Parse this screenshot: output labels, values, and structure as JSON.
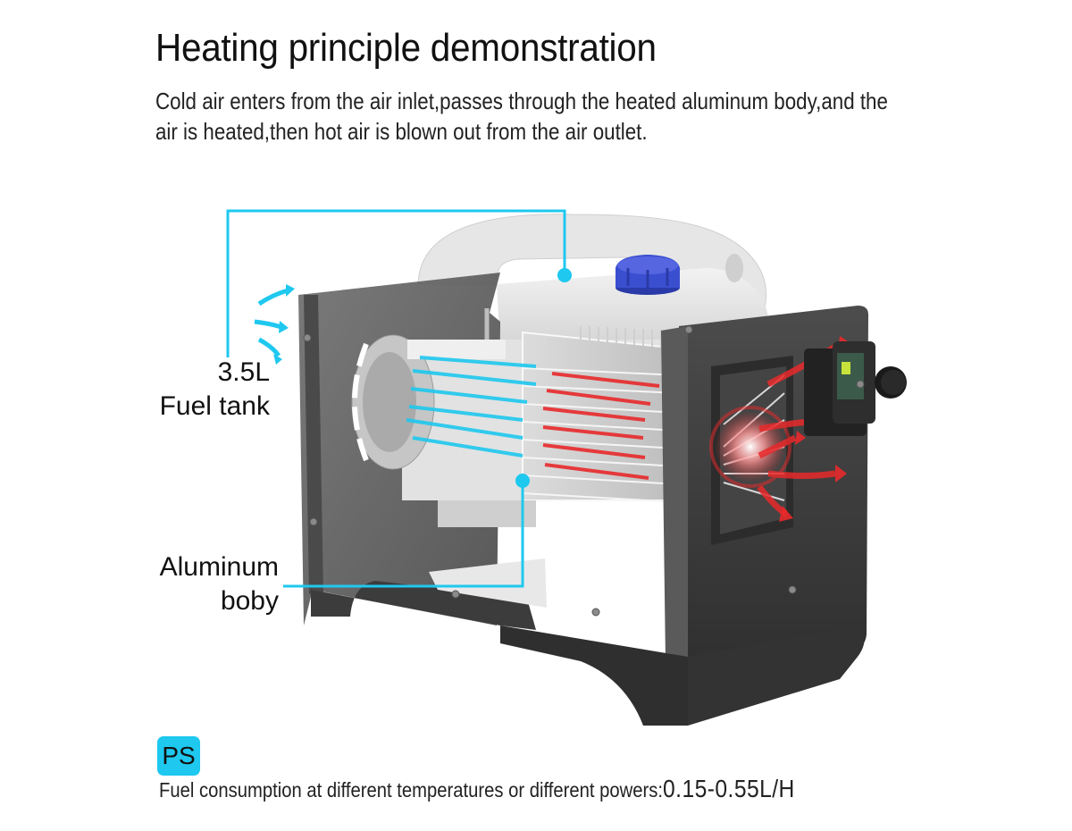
{
  "header": {
    "title": "Heating principle demonstration",
    "description": "Cold air enters from the air inlet,passes through the heated aluminum body,and the air is heated,then hot air is blown out from the air outlet."
  },
  "callouts": [
    {
      "id": "fuel-tank",
      "line1": "3.5L",
      "line2": "Fuel tank"
    },
    {
      "id": "aluminum-body",
      "line1": "Aluminum",
      "line2": "boby"
    }
  ],
  "note": {
    "badge": "PS",
    "text": "Fuel consumption at different temperatures or different powers:",
    "value": "0.15-0.55L/H"
  },
  "colors": {
    "accent_cyan": "#1ec8ef",
    "heat_red": "#e8292b",
    "cap_blue": "#3a4fd0",
    "housing_dark": "#3a3a3a",
    "housing_mid": "#6b6b6b"
  }
}
